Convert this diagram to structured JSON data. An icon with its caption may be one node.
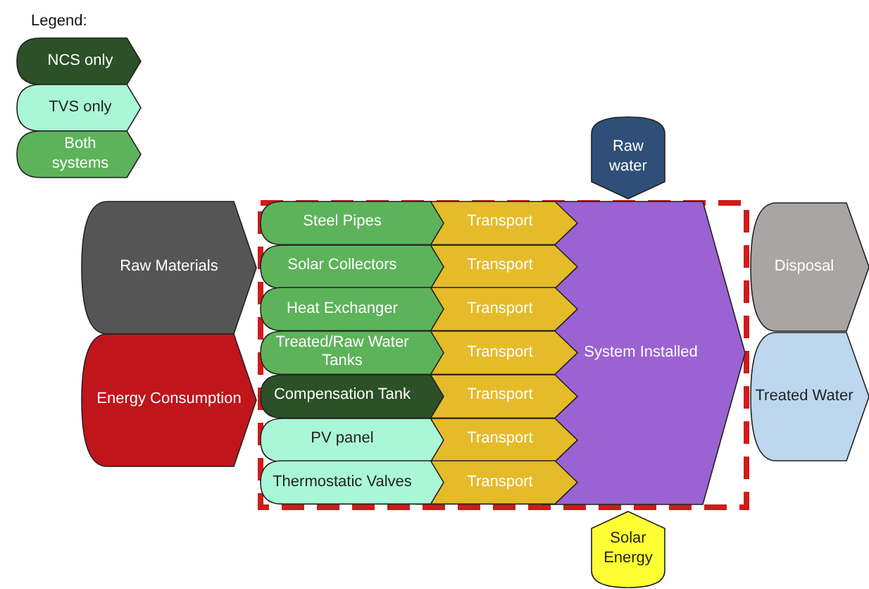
{
  "diagram": {
    "nodes": [
      {
        "text": [
          "Raw water"
        ]
      },
      {
        "text": [
          "Raw Materials"
        ]
      },
      {
        "text": [
          "Energy Consumption"
        ]
      },
      {
        "text": [],
        "shape": "box"
      },
      {
        "text": [
          "Steel Pipes"
        ],
        "in": 3
      },
      {
        "text": [
          "Solar Collectors"
        ],
        "in": 3
      },
      {
        "text": [
          "Heat Exchanger"
        ],
        "in": 3
      },
      {
        "text": [
          "Treated/Raw Water Tanks"
        ],
        "in": 3
      },
      {
        "text": [
          "Compensation Tank"
        ],
        "in": 3
      },
      {
        "text": [
          "PV panel"
        ],
        "in": 3
      },
      {
        "text": [
          "Thermostatic Valves"
        ],
        "in": 3
      },
      {
        "text": [
          "Transport"
        ],
        "in": 3
      },
      {
        "text": [
          "Transport"
        ],
        "in": 3
      },
      {
        "text": [
          "Transport"
        ],
        "in": 3
      },
      {
        "text": [
          "Transport"
        ],
        "in": 3
      },
      {
        "text": [
          "Transport"
        ],
        "in": 3
      },
      {
        "text": [
          "Transport"
        ],
        "in": 3
      },
      {
        "text": [
          "Transport"
        ],
        "in": 3
      },
      {
        "text": [
          "System Installed"
        ],
        "in": 3
      },
      {
        "text": [
          "Disposal"
        ]
      },
      {
        "text": [
          "Treated Water"
        ]
      },
      {
        "text": [
          "Solar Energy"
        ]
      }
    ],
    "labels": [
      "Legend:"
    ],
    "legend": [
      {
        "text": "NCS only",
        "color": "#2c5027"
      },
      {
        "text": "TVS only",
        "color": "#aaf7d8"
      },
      {
        "text": "Both systems",
        "color": "#5db35a"
      }
    ]
  }
}
